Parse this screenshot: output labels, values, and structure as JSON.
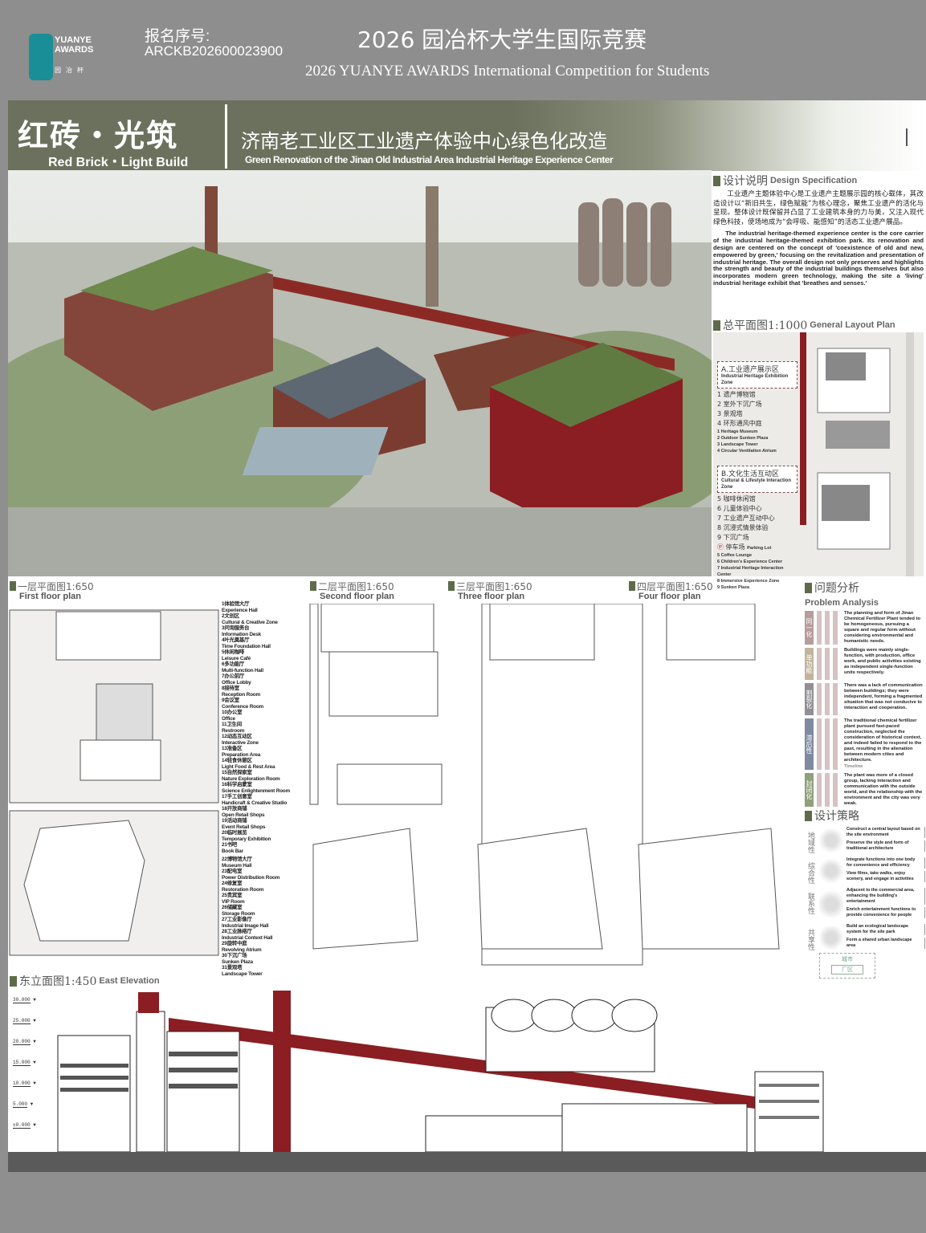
{
  "header": {
    "logo": {
      "line1": "YUANYE",
      "line2": "AWARDS",
      "cn": "园冶杯"
    },
    "registration_label": "报名序号:",
    "registration_number": "ARCKB202600023900",
    "title_cn": "2026 园冶杯大学生国际竞赛",
    "title_en": "2026 YUANYE AWARDS International Competition for  Students"
  },
  "banner": {
    "slogan_cn": "红砖・光筑",
    "slogan_en": "Red Brick・Light Build",
    "project_cn": "济南老工业区工业遗产体验中心绿色化改造",
    "project_en": "Green Renovation of the Jinan Old Industrial Area Industrial Heritage Experience Center"
  },
  "design_spec": {
    "title_cn": "设计说明",
    "title_en": "Design Specification",
    "body_cn": "工业遗产主题体验中心是工业遗产主题展示园的核心载体，其改造设计以“新旧共生，绿色赋能”为核心理念，聚焦工业遗产的活化与呈现。整体设计既保留并凸显了工业建筑本身的力与美，又注入现代绿色科技，使场地成为“会呼吸、能感知”的活态工业遗产展品。",
    "body_en": "The industrial heritage-themed experience center is the core carrier of the industrial heritage-themed exhibition park. Its renovation and design are centered on the concept of 'coexistence of old and new, empowered by green,' focusing on the revitalization and presentation of industrial heritage. The overall design not only preserves and highlights the strength and beauty of the industrial buildings themselves but also incorporates modern green technology, making the site a 'living' industrial heritage exhibit that 'breathes and senses.'"
  },
  "layout_plan": {
    "title_cn": "总平面图1:1000",
    "title_en": "General Layout Plan",
    "zone_a": {
      "cn": "A.工业遗产展示区",
      "en": "Industrial Heritage Exhibition Zone",
      "items_cn": [
        "1 遗产博物馆",
        "2 室外下沉广场",
        "3 景观塔",
        "4 环形通风中庭"
      ],
      "items_en": [
        "1 Heritage Museum",
        "2 Outdoor Sunken Plaza",
        "3 Landscape Tower",
        "4 Circular Ventilation Atrium"
      ]
    },
    "zone_b": {
      "cn": "B.文化生活互动区",
      "en": "Cultural & Lifestyle Interaction Zone",
      "items_cn": [
        "5 咖啡休闲馆",
        "6 儿童体验中心",
        "7 工业遗产互动中心",
        "8 沉浸式情景体验",
        "9 下沉广场"
      ],
      "items_en": [
        "5 Coffee Lounge",
        "6 Children's Experience Center",
        "7 Industrial Heritage Interaction Center",
        "8 Immersive Experience Zone",
        "9 Sunken Plaza"
      ]
    },
    "parking_cn": "停车场",
    "parking_en": "Parking Lot"
  },
  "floor_plans": [
    {
      "cn": "一层平面图1:650",
      "en": "First floor plan"
    },
    {
      "cn": "二层平面图1:650",
      "en": "Second floor plan"
    },
    {
      "cn": "三层平面图1:650",
      "en": "Three floor plan"
    },
    {
      "cn": "四层平面图1:650",
      "en": "Four floor plan"
    }
  ],
  "rooms": [
    [
      "1体验馆大厅",
      "Experience Hall"
    ],
    [
      "2文创区",
      "Cultural & Creative Zone"
    ],
    [
      "3问询服务台",
      "Information Desk"
    ],
    [
      "4叶光奠基厅",
      "Time Foundation Hall"
    ],
    [
      "5休闲咖啡",
      "Leisure Café"
    ],
    [
      "6多功能厅",
      "Multi-function Hall"
    ],
    [
      "7办公前厅",
      "Office Lobby"
    ],
    [
      "8接待室",
      "Reception Room"
    ],
    [
      "9会议室",
      "Conference Room"
    ],
    [
      "10办公室",
      "Office"
    ],
    [
      "11卫生间",
      "Restroom"
    ],
    [
      "12动态互动区",
      "Interactive Zone"
    ],
    [
      "13准备区",
      "Preparation Area"
    ],
    [
      "14轻食休憩区",
      "Light Food & Rest Area"
    ],
    [
      "15自然探索室",
      "Nature Exploration Room"
    ],
    [
      "16科学启蒙室",
      "Science Enlightenment Room"
    ],
    [
      "17手工创意室",
      "Handicraft & Creative Studio"
    ],
    [
      "18开放商铺",
      "Open Retail Shops"
    ],
    [
      "19活动商铺",
      "Event Retail Shops"
    ],
    [
      "20临时展览",
      "Temporary Exhibition"
    ],
    [
      "21书吧",
      "Book Bar"
    ],
    [
      "22博物馆大厅",
      "Museum Hall"
    ],
    [
      "23配电室",
      "Power Distribution Room"
    ],
    [
      "24修复室",
      "Restoration Room"
    ],
    [
      "25贵宾室",
      "VIP Room"
    ],
    [
      "26储藏室",
      "Storage Room"
    ],
    [
      "27工业影像厅",
      "Industrial Image Hall"
    ],
    [
      "28工业脉络厅",
      "Industrial Context Hall"
    ],
    [
      "29旋转中庭",
      "Revolving Atrium"
    ],
    [
      "30下沉广场",
      "Sunken Plaza"
    ],
    [
      "31景观塔",
      "Landscape Tower"
    ]
  ],
  "problem_analysis": {
    "title_cn": "问题分析",
    "title_en": "Problem Analysis",
    "items": [
      {
        "tag": "同一化",
        "color": "#b79c9c",
        "text": "The planning and form of Jinan Chemical Fertilizer Plant tended to be homogeneous, pursuing a square and regular form without considering environmental and humanistic needs."
      },
      {
        "tag": "单功能",
        "color": "#c2b49c",
        "text": "Buildings were mainly single-function, with production, office work, and public activities existing as independent single-function units respectively."
      },
      {
        "tag": "割裂化",
        "color": "#8f8f94",
        "text": "There was a lack of communication between buildings; they were independent, forming a fragmented situation that was not conducive to interaction and cooperation."
      },
      {
        "tag": "滞后性",
        "color": "#7f8aa0",
        "text": "The traditional chemical fertilizer plant pursued fast-paced construction, neglected the consideration of historical context, and indeed failed to respond to the past, resulting in the alienation between modern cities and architecture."
      },
      {
        "tag": "封闭化",
        "color": "#8fa07c",
        "text": "The plant was more of a closed group, lacking interaction and communication with the outside world, and the relationship with the environment and the city was very weak."
      }
    ],
    "timeline_label": "Timeline"
  },
  "strategy": {
    "title_cn": "设计策略",
    "groups": [
      {
        "tag": "地域性",
        "items": [
          "Construct a central layout based on the site environment",
          "Preserve the style and form of traditional architecture"
        ]
      },
      {
        "tag": "综合性",
        "items": [
          "Integrate functions into one body for convenience and efficiency",
          "View films, take walks, enjoy scenery, and engage in activities"
        ]
      },
      {
        "tag": "联系性",
        "items": [
          "Adjacent to the commercial area, enhancing the building's entertainment",
          "Enrich entertainment functions to provide convenience for people"
        ]
      },
      {
        "tag": "共享性",
        "items": [
          "Build an ecological landscape system for the site park",
          "Form a shared urban landscape area"
        ]
      }
    ],
    "city_label": "城市",
    "park_label": "厂区"
  },
  "elevation": {
    "title_cn": "东立面图1:450",
    "title_en": "East Elevation",
    "levels": [
      "30.000",
      "25.000",
      "20.000",
      "15.000",
      "10.000",
      "5.000",
      "±0.000"
    ]
  },
  "colors": {
    "brick": "#8b1e22",
    "band": "#6b715d",
    "accent": "#5d6b4a",
    "header": "#8e8e8e"
  }
}
